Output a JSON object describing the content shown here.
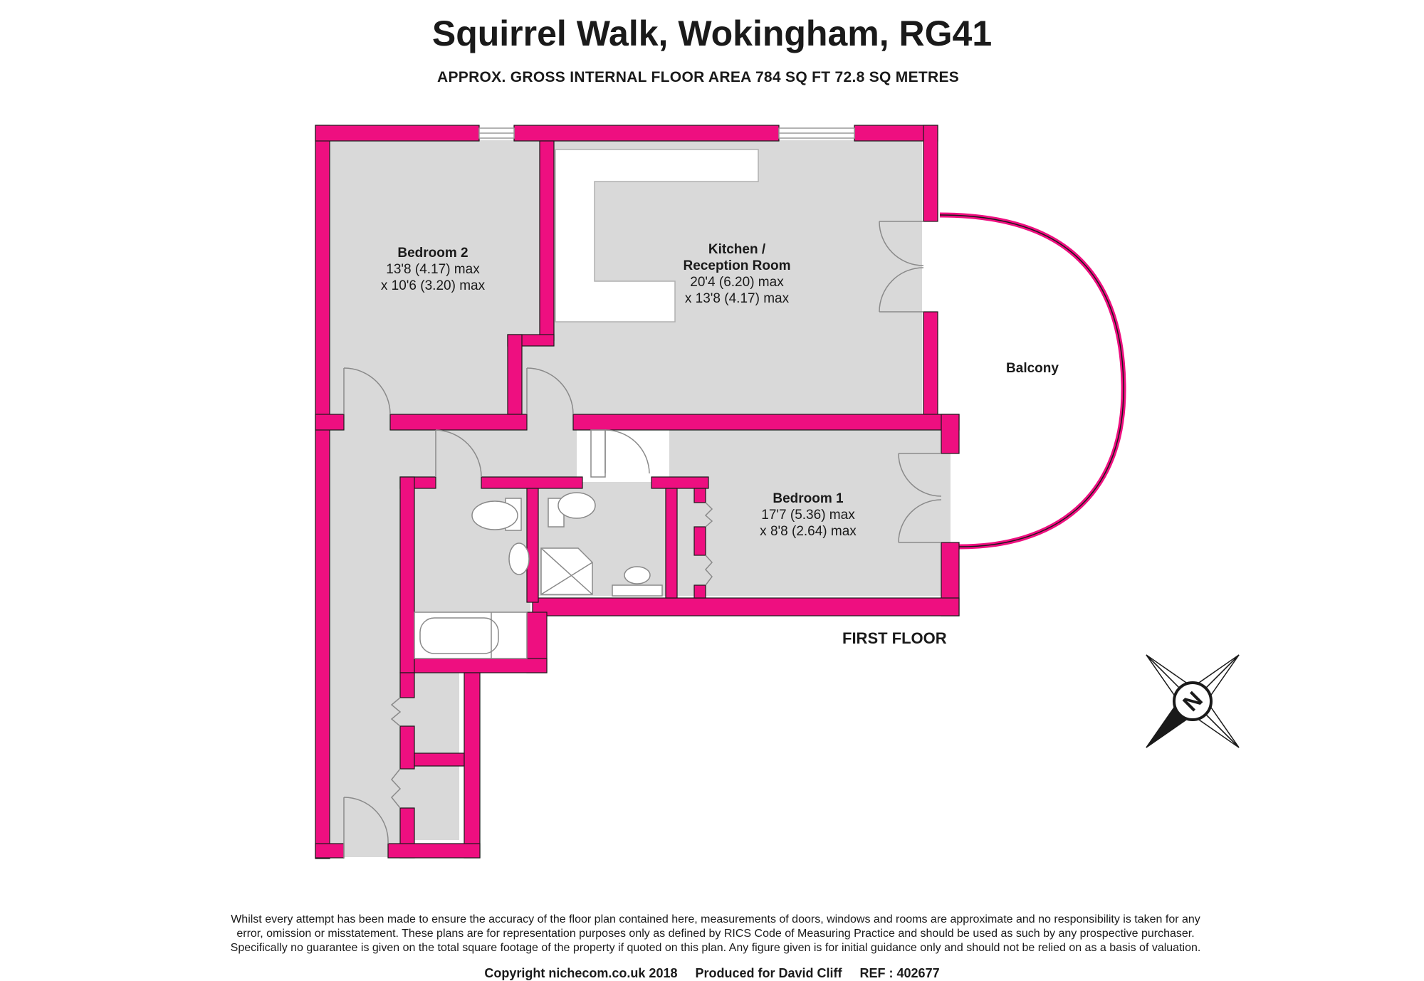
{
  "header": {
    "title": "Squirrel Walk, Wokingham, RG41",
    "subtitle": "APPROX. GROSS INTERNAL FLOOR AREA 784 SQ FT 72.8  SQ METRES"
  },
  "rooms": {
    "bedroom2": {
      "name": "Bedroom 2",
      "dim1": "13'8 (4.17) max",
      "dim2": "x 10'6 (3.20) max"
    },
    "kitchen": {
      "name1": "Kitchen /",
      "name2": "Reception Room",
      "dim1": "20'4 (6.20) max",
      "dim2": "x 13'8 (4.17) max"
    },
    "balcony": {
      "name": "Balcony"
    },
    "bedroom1": {
      "name": "Bedroom 1",
      "dim1": "17'7 (5.36) max",
      "dim2": "x 8'8 (2.64) max"
    }
  },
  "floor_label": "FIRST FLOOR",
  "compass": {
    "letter": "N"
  },
  "colors": {
    "wall": "#ee0f80",
    "floor": "#d9d9d9",
    "text": "#1a1a1a"
  },
  "disclaimer": [
    "Whilst every attempt has been made to ensure the accuracy of the floor plan contained here, measurements of doors, windows and rooms are approximate and no responsibility is taken for any",
    "error, omission or misstatement. These plans are for representation purposes only as defined by RICS Code of Measuring Practice and should be used as such by any prospective purchaser.",
    "Specifically no guarantee is given on the total square footage of the property if quoted on this plan. Any figure given is for initial guidance only and should not be relied on as a basis of valuation."
  ],
  "footer": {
    "copyright": "Copyright nichecom.co.uk 2018",
    "produced": "Produced for David Cliff",
    "ref": "REF : 402677"
  }
}
